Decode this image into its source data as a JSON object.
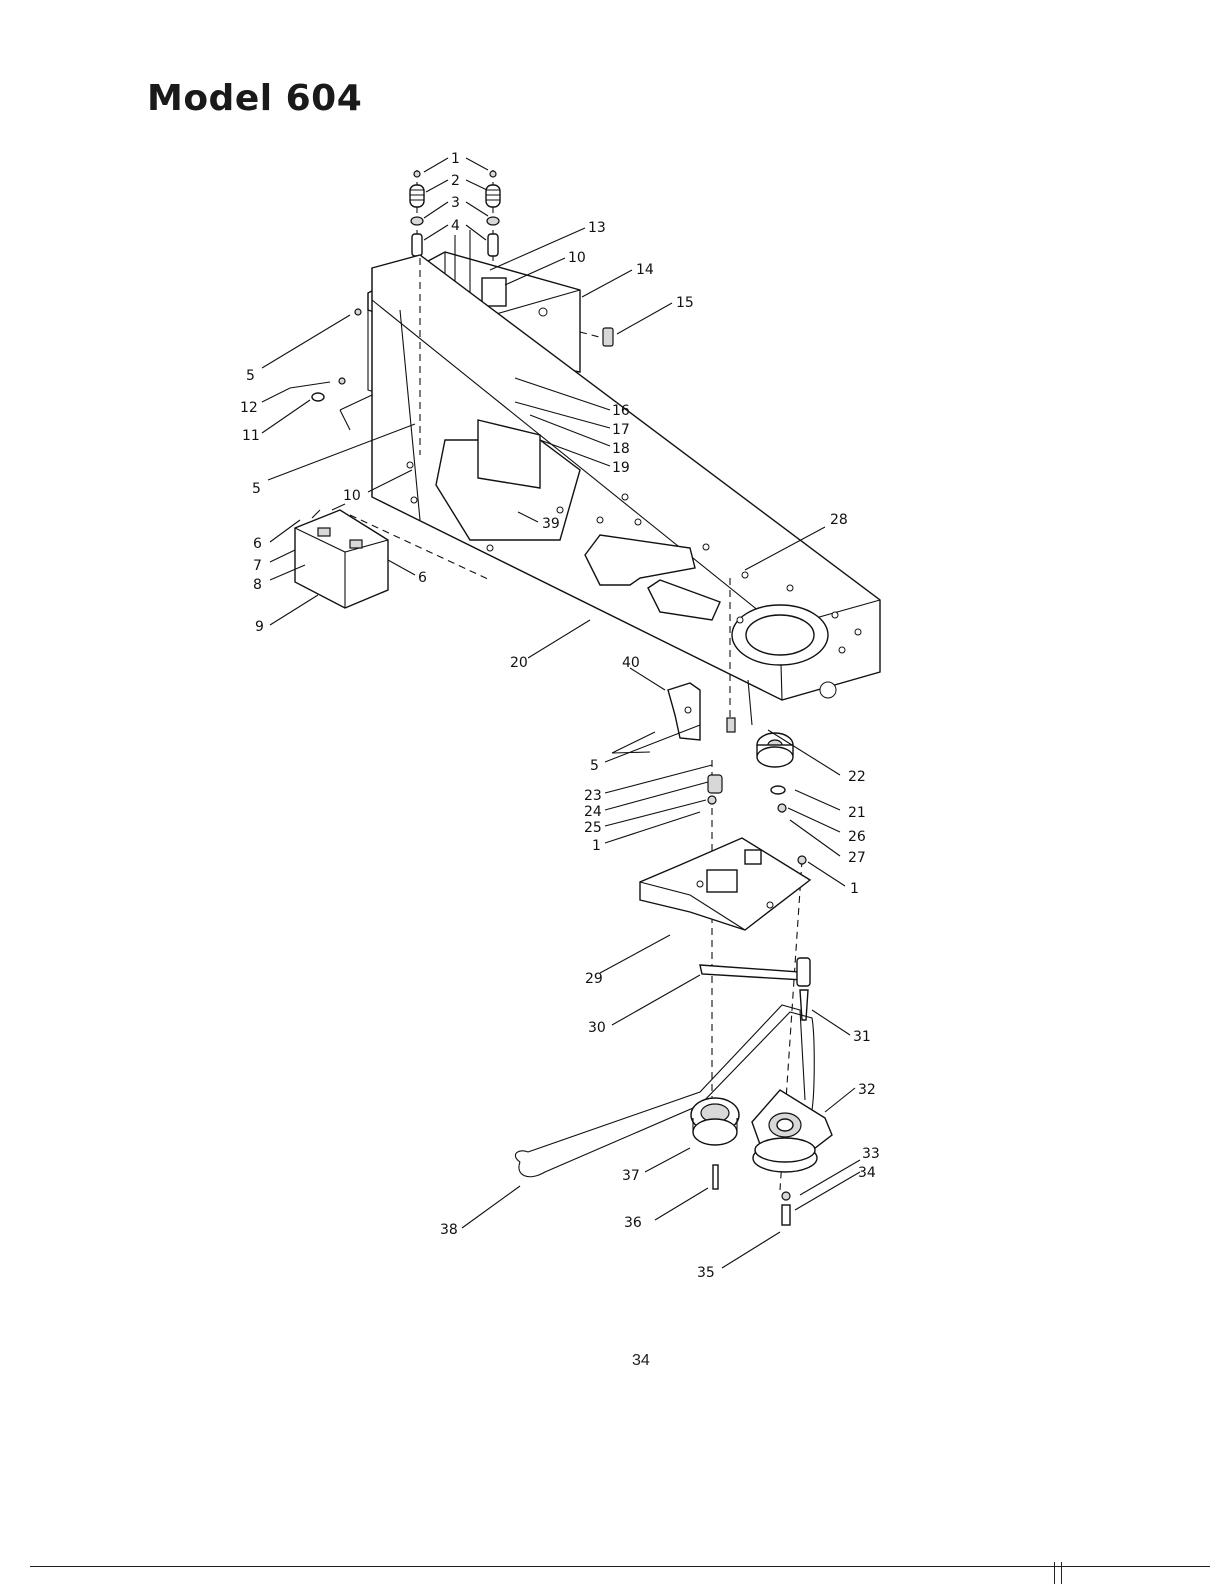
{
  "title": "Model 604",
  "page_number": "34",
  "callouts": {
    "c1a": "1",
    "c2": "2",
    "c3": "3",
    "c4": "4",
    "c13": "13",
    "c10a": "10",
    "c14": "14",
    "c15": "15",
    "c5a": "5",
    "c12": "12",
    "c11": "11",
    "c5b": "5",
    "c16": "16",
    "c17": "17",
    "c18": "18",
    "c19": "19",
    "c10b": "10",
    "c39": "39",
    "c28": "28",
    "c6a": "6",
    "c7": "7",
    "c8": "8",
    "c6b": "6",
    "c9": "9",
    "c20": "20",
    "c40": "40",
    "c5c": "5",
    "c22": "22",
    "c23": "23",
    "c24": "24",
    "c25": "25",
    "c1b": "1",
    "c21": "21",
    "c26": "26",
    "c27": "27",
    "c1c": "1",
    "c29": "29",
    "c30": "30",
    "c31": "31",
    "c32": "32",
    "c37": "37",
    "c33": "33",
    "c34": "34",
    "c38": "38",
    "c36": "36",
    "c35": "35"
  }
}
